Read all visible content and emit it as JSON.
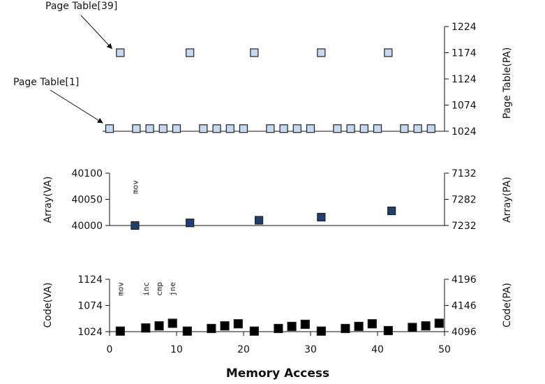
{
  "xlabel": "Memory Access",
  "colors": {
    "light": "#c6d9f0",
    "mid": "#1f3f6e",
    "dark": "#000000",
    "edge": "#222222"
  },
  "chart_data": [
    {
      "type": "scatter",
      "panel": "page-table",
      "ylabel_right": "Page Table(PA)",
      "yticks_right": [
        "1224",
        "1174",
        "1124",
        "1074",
        "1024"
      ],
      "ylim": [
        1024,
        1224
      ],
      "xlim": [
        0,
        50
      ],
      "annotations": [
        {
          "text": "Page Table[39]",
          "points_to": [
            1.6,
            1174
          ]
        },
        {
          "text": "Page Table[1]",
          "points_to": [
            0,
            1024
          ]
        }
      ],
      "series": [
        {
          "color": "light",
          "points": [
            [
              1.6,
              1174
            ],
            [
              12,
              1174
            ],
            [
              21.6,
              1174
            ],
            [
              31.6,
              1174
            ],
            [
              41.6,
              1174
            ],
            [
              0,
              1029
            ],
            [
              4,
              1029
            ],
            [
              6,
              1029
            ],
            [
              8,
              1029
            ],
            [
              10,
              1029
            ],
            [
              14,
              1029
            ],
            [
              16,
              1029
            ],
            [
              18,
              1029
            ],
            [
              20,
              1029
            ],
            [
              24,
              1029
            ],
            [
              26,
              1029
            ],
            [
              28,
              1029
            ],
            [
              30,
              1029
            ],
            [
              34,
              1029
            ],
            [
              36,
              1029
            ],
            [
              38,
              1029
            ],
            [
              40,
              1029
            ],
            [
              44,
              1029
            ],
            [
              46,
              1029
            ],
            [
              48,
              1029
            ]
          ]
        }
      ]
    },
    {
      "type": "scatter",
      "panel": "array",
      "ylabel_left": "Array(VA)",
      "ylabel_right": "Array(PA)",
      "yticks_left": [
        "40100",
        "40050",
        "40000"
      ],
      "yticks_right": [
        "7132",
        "7282",
        "7232"
      ],
      "ylim": [
        40000,
        40100
      ],
      "xlim": [
        0,
        50
      ],
      "instructions": [
        {
          "text": "mov",
          "x": 3.8
        }
      ],
      "series": [
        {
          "color": "mid",
          "points": [
            [
              3.8,
              40000
            ],
            [
              12,
              40005
            ],
            [
              22.3,
              40010
            ],
            [
              31.6,
              40016
            ],
            [
              42.1,
              40028
            ]
          ]
        }
      ]
    },
    {
      "type": "scatter",
      "panel": "code",
      "ylabel_left": "Code(VA)",
      "ylabel_right": "Code(PA)",
      "yticks_left": [
        "1124",
        "1074",
        "1024"
      ],
      "yticks_right": [
        "4196",
        "4146",
        "4096"
      ],
      "ylim": [
        1024,
        1124
      ],
      "xlim": [
        0,
        50
      ],
      "instructions": [
        {
          "text": "mov",
          "x": 1.6
        },
        {
          "text": "inc",
          "x": 5.4
        },
        {
          "text": "cmp",
          "x": 7.4
        },
        {
          "text": "jne",
          "x": 9.4
        }
      ],
      "series": [
        {
          "color": "dark",
          "points": [
            [
              1.6,
              1025
            ],
            [
              5.4,
              1031
            ],
            [
              7.4,
              1035
            ],
            [
              9.4,
              1040
            ],
            [
              11.6,
              1025
            ],
            [
              15.2,
              1030
            ],
            [
              17.2,
              1035
            ],
            [
              19.2,
              1039
            ],
            [
              21.6,
              1025
            ],
            [
              25.2,
              1030
            ],
            [
              27.2,
              1034
            ],
            [
              29.2,
              1038
            ],
            [
              31.6,
              1025
            ],
            [
              35.2,
              1030
            ],
            [
              37.2,
              1034
            ],
            [
              39.2,
              1039
            ],
            [
              41.6,
              1026
            ],
            [
              45.2,
              1032
            ],
            [
              47.2,
              1035
            ],
            [
              49.2,
              1040
            ]
          ]
        }
      ]
    }
  ],
  "xticks": [
    "0",
    "10",
    "20",
    "30",
    "40",
    "50"
  ]
}
